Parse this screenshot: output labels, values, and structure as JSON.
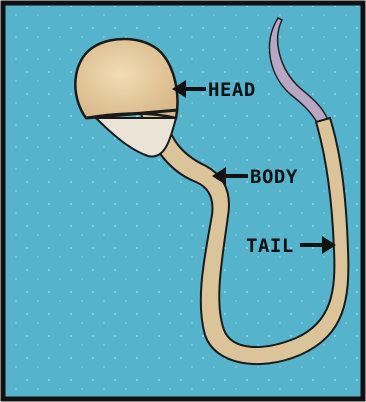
{
  "diagram": {
    "background_color": "#55b3cc",
    "frame_color": "#111111",
    "cell_color": "#dcc49a",
    "cell_outline_color": "#1a1a1a",
    "labels": {
      "head": "HEAD",
      "body": "BODY",
      "tail": "TAIL"
    }
  }
}
